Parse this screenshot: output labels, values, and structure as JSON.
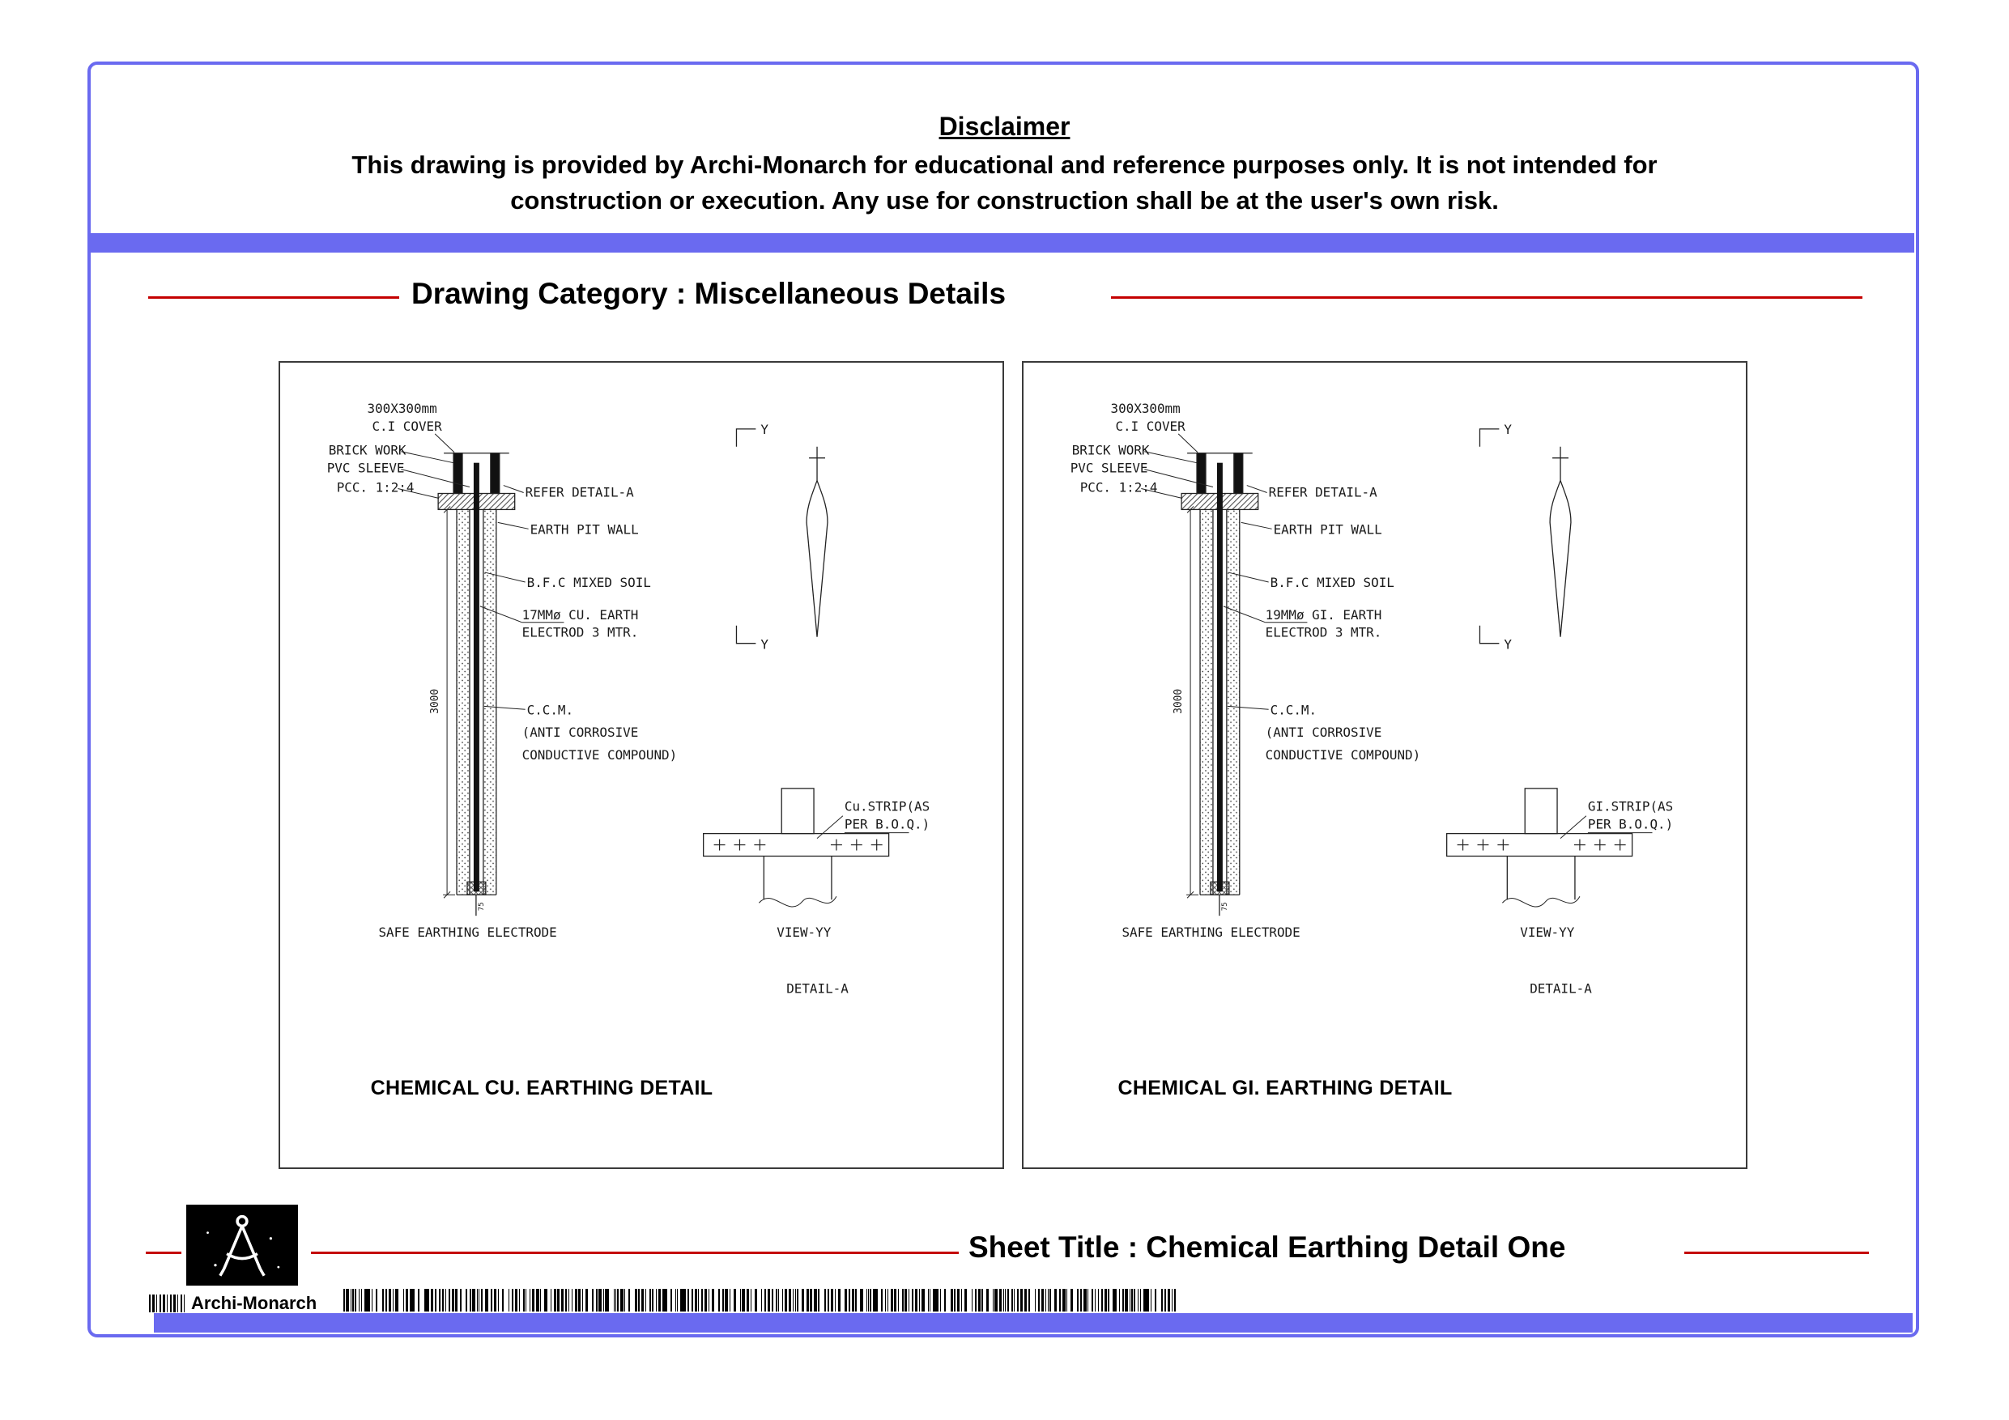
{
  "colors": {
    "accent_blue": "#6a6af0",
    "rule_red": "#c40000",
    "ink": "#1a1a1a"
  },
  "disclaimer": {
    "title": "Disclaimer",
    "line1": "This drawing is provided by Archi-Monarch for educational and reference purposes only. It is not intended for",
    "line2": "construction or execution. Any use for construction shall be at the user's own risk."
  },
  "category_label": "Drawing Category : Miscellaneous Details",
  "panels": [
    {
      "title": "CHEMICAL CU. EARTHING DETAIL",
      "labels": {
        "cover_size": "300X300mm",
        "ci_cover": "C.I COVER",
        "brick_work": "BRICK WORK",
        "pvc_sleeve": "PVC SLEEVE",
        "pcc": "PCC. 1:2:4",
        "refer_detail": "REFER DETAIL-A",
        "earth_pit_wall": "EARTH PIT WALL",
        "bfc_soil": "B.F.C MIXED SOIL",
        "electrode_line1": "17MMø CU. EARTH",
        "electrode_line2": "ELECTROD 3 MTR.",
        "dim_3000": "3000",
        "ccm_line1": "C.C.M.",
        "ccm_line2": "(ANTI CORROSIVE",
        "ccm_line3": "CONDUCTIVE COMPOUND)",
        "tip_dim": "75",
        "safe_electrode": "SAFE EARTHING ELECTRODE",
        "section_y": "Y",
        "strip_line1": "Cu.STRIP(AS",
        "strip_line2": "PER B.O.Q.)",
        "view_yy": "VIEW-YY",
        "detail_a": "DETAIL-A"
      }
    },
    {
      "title": "CHEMICAL GI. EARTHING DETAIL",
      "labels": {
        "cover_size": "300X300mm",
        "ci_cover": "C.I COVER",
        "brick_work": "BRICK WORK",
        "pvc_sleeve": "PVC SLEEVE",
        "pcc": "PCC. 1:2:4",
        "refer_detail": "REFER DETAIL-A",
        "earth_pit_wall": "EARTH PIT WALL",
        "bfc_soil": "B.F.C MIXED SOIL",
        "electrode_line1": "19MMø GI. EARTH",
        "electrode_line2": "ELECTROD 3 MTR.",
        "dim_3000": "3000",
        "ccm_line1": "C.C.M.",
        "ccm_line2": "(ANTI CORROSIVE",
        "ccm_line3": "CONDUCTIVE COMPOUND)",
        "tip_dim": "75",
        "safe_electrode": "SAFE EARTHING ELECTRODE",
        "section_y": "Y",
        "strip_line1": "GI.STRIP(AS",
        "strip_line2": "PER B.O.Q.)",
        "view_yy": "VIEW-YY",
        "detail_a": "DETAIL-A"
      }
    }
  ],
  "footer": {
    "brand": "Archi-Monarch",
    "sheet_title": "Sheet Title : Chemical Earthing Detail One"
  }
}
